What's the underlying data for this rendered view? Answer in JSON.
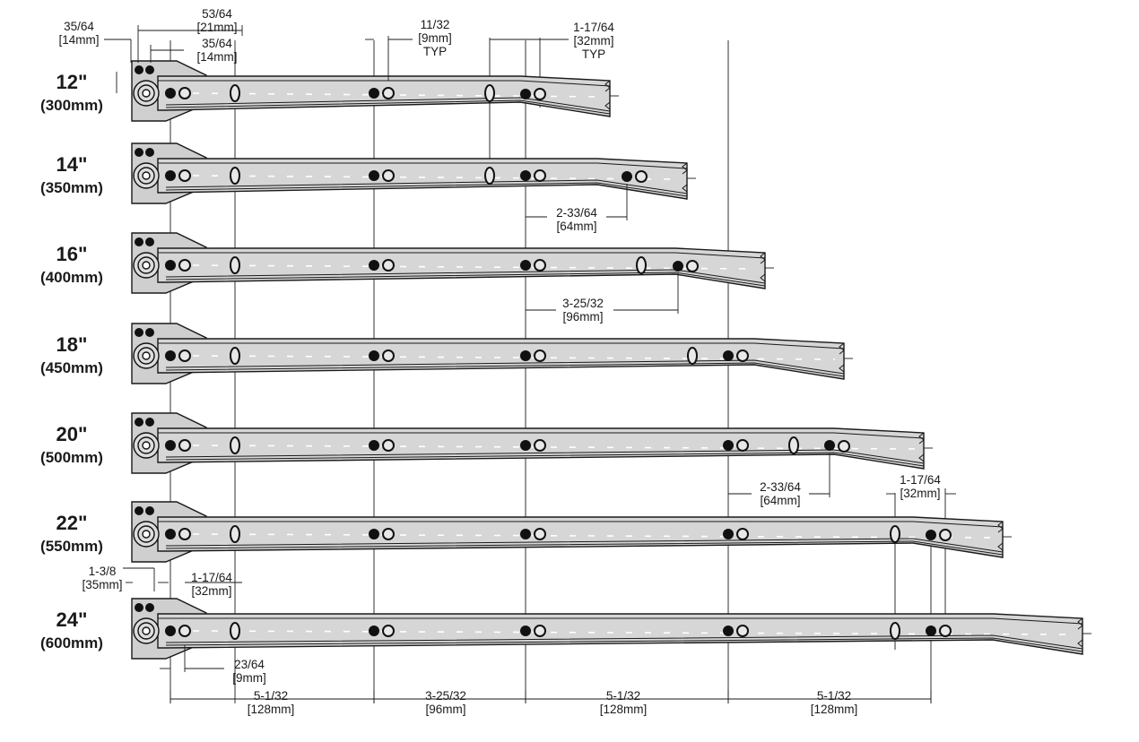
{
  "rails": [
    {
      "size": "12\"",
      "mm": "(300mm)"
    },
    {
      "size": "14\"",
      "mm": "(350mm)"
    },
    {
      "size": "16\"",
      "mm": "(400mm)"
    },
    {
      "size": "18\"",
      "mm": "(450mm)"
    },
    {
      "size": "20\"",
      "mm": "(500mm)"
    },
    {
      "size": "22\"",
      "mm": "(550mm)"
    },
    {
      "size": "24\"",
      "mm": "(600mm)"
    }
  ],
  "dimensions": {
    "d_35_64": [
      "35/64",
      "[14mm]"
    ],
    "d_53_64": [
      "53/64",
      "[21mm]"
    ],
    "d_35_64_b": [
      "35/64",
      "[14mm]"
    ],
    "d_11_32": [
      "11/32",
      "[9mm]",
      "TYP"
    ],
    "d_1_17_64_top": [
      "1-17/64",
      "[32mm]",
      "TYP"
    ],
    "d_2_33_64_a": [
      "2-33/64",
      "[64mm]"
    ],
    "d_3_25_32_a": [
      "3-25/32",
      "[96mm]"
    ],
    "d_2_33_64_b": [
      "2-33/64",
      "[64mm]"
    ],
    "d_1_17_64_r": [
      "1-17/64",
      "[32mm]"
    ],
    "d_1_3_8": [
      "1-3/8",
      "[35mm]"
    ],
    "d_1_17_64_l": [
      "1-17/64",
      "[32mm]"
    ],
    "d_23_64": [
      "23/64",
      "[9mm]"
    ],
    "d_b1": [
      "5-1/32",
      "[128mm]"
    ],
    "d_b2": [
      "3-25/32",
      "[96mm]"
    ],
    "d_b3": [
      "5-1/32",
      "[128mm]"
    ],
    "d_b4": [
      "5-1/32",
      "[128mm]"
    ]
  }
}
